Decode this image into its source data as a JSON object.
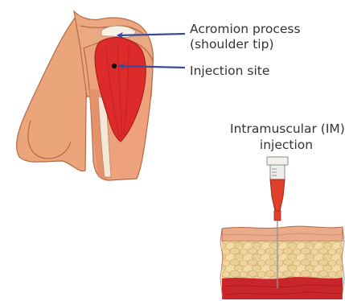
{
  "labels": {
    "acromion_line1": "Acromion process",
    "acromion_line2": "(shoulder tip)",
    "injection_site": "Injection site",
    "im_line1": "Intramuscular (IM)",
    "im_line2": "injection"
  },
  "colors": {
    "arrow": "#3a4a9c",
    "muscle": "#dd2a2a",
    "skin": "#e9a47a",
    "skin_outline": "#b36a45",
    "fat": "#f0d9a4",
    "muscle_layer": "#c9252a",
    "needle_hub": "#e0402a"
  }
}
